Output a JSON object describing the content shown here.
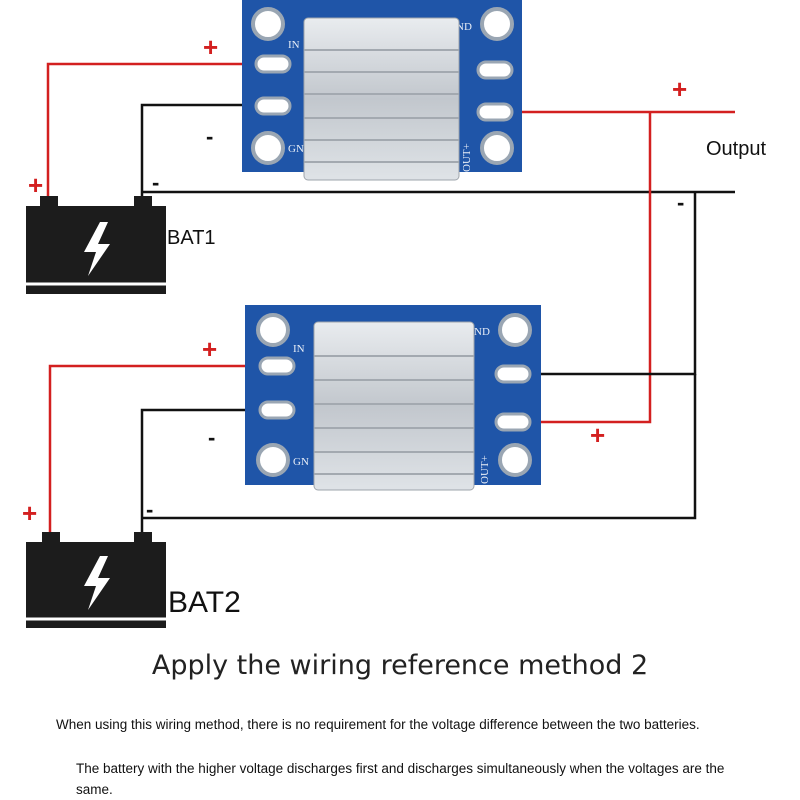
{
  "labels": {
    "output": "Output",
    "bat1": "BAT1",
    "bat2": "BAT2",
    "plus": "+",
    "minus": "-"
  },
  "modules": {
    "in_label": "IN",
    "gnd_label": "GN",
    "out_label": "OUT+",
    "nd_label": "ND"
  },
  "caption": {
    "title": "Apply the wiring reference method 2",
    "note1": "When using this wiring method, there is no requirement for the voltage difference between the two batteries.",
    "note2": "The battery with the higher voltage discharges first and discharges simultaneously when the voltages are the same."
  },
  "colors": {
    "positive_wire": "#d32020",
    "negative_wire": "#111111",
    "pcb": "#1f55a8",
    "heatsink": "#c9ced4",
    "battery": "#1c1c1c"
  },
  "icons": [
    "lightning-bolt-icon"
  ]
}
